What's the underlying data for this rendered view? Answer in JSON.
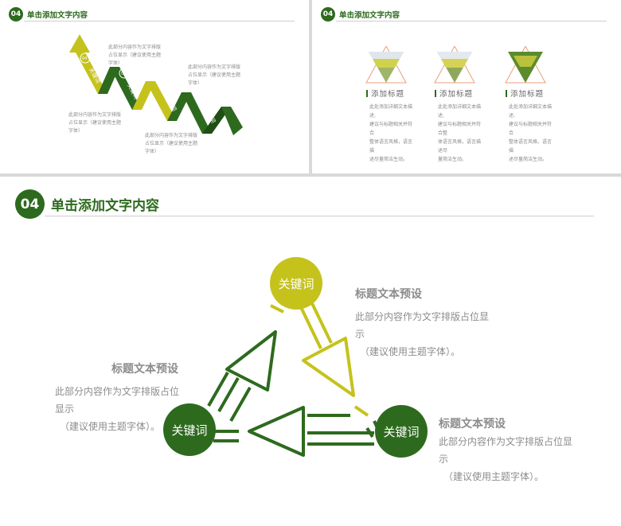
{
  "colors": {
    "dark_green": "#2d6a1e",
    "olive": "#c5c21c",
    "text_gray": "#8c8c8c"
  },
  "slide_a": {
    "badge": "04",
    "title": "单击添加文字内容",
    "steps": [
      {
        "num": "04",
        "label": "关键词"
      },
      {
        "num": "03",
        "label": "关键词"
      },
      {
        "num": "02",
        "label": "关键词"
      },
      {
        "num": "01",
        "label": "关键词"
      }
    ],
    "notes": [
      {
        "line1": "此部分内容作为文字排版",
        "line2": "占位显示（建议使用主题",
        "line3": "字体）"
      },
      {
        "line1": "此部分内容作为文字排版",
        "line2": "占位显示（建议使用主题",
        "line3": "字体）"
      },
      {
        "line1": "此部分内容作为文字排版",
        "line2": "占位显示（建议使用主题",
        "line3": "字体）"
      },
      {
        "line1": "此部分内容作为文字排版",
        "line2": "占位显示（建议使用主题",
        "line3": "字体）"
      }
    ]
  },
  "slide_b": {
    "badge": "04",
    "title": "单击添加文字内容",
    "cards": [
      {
        "title": "添加标题",
        "line1": "此处添加详细文本描述,",
        "line2": "建议与标题相关并符合",
        "line3": "整体语言风格，语言描",
        "line4": "述尽量简洁生动。"
      },
      {
        "title": "添加标题",
        "line1": "此处添加详细文本描述,",
        "line2": "建议与标题相关并符合整",
        "line3": "体语言风格，语言描述尽",
        "line4": "量简洁生动。"
      },
      {
        "title": "添加标题",
        "line1": "此处添加详细文本描述,",
        "line2": "建议与标题相关并符合",
        "line3": "整体语言风格，语言描",
        "line4": "述尽量简洁生动。"
      }
    ]
  },
  "slide_c": {
    "badge": "04",
    "title": "单击添加文字内容",
    "nodes": {
      "top": "关键词",
      "left": "关键词",
      "right": "关键词"
    },
    "blocks": [
      {
        "title": "标题文本预设",
        "line1": "此部分内容作为文字排版占位显",
        "line2": "示",
        "line3": "（建议使用主题字体）。"
      },
      {
        "title": "标题文本预设",
        "line1": "此部分内容作为文字排版占位",
        "line2": "显示",
        "line3": "（建议使用主题字体）。"
      },
      {
        "title": "标题文本预设",
        "line1": "此部分内容作为文字排版占位显",
        "line2": "示",
        "line3": "（建议使用主题字体）。"
      }
    ]
  }
}
